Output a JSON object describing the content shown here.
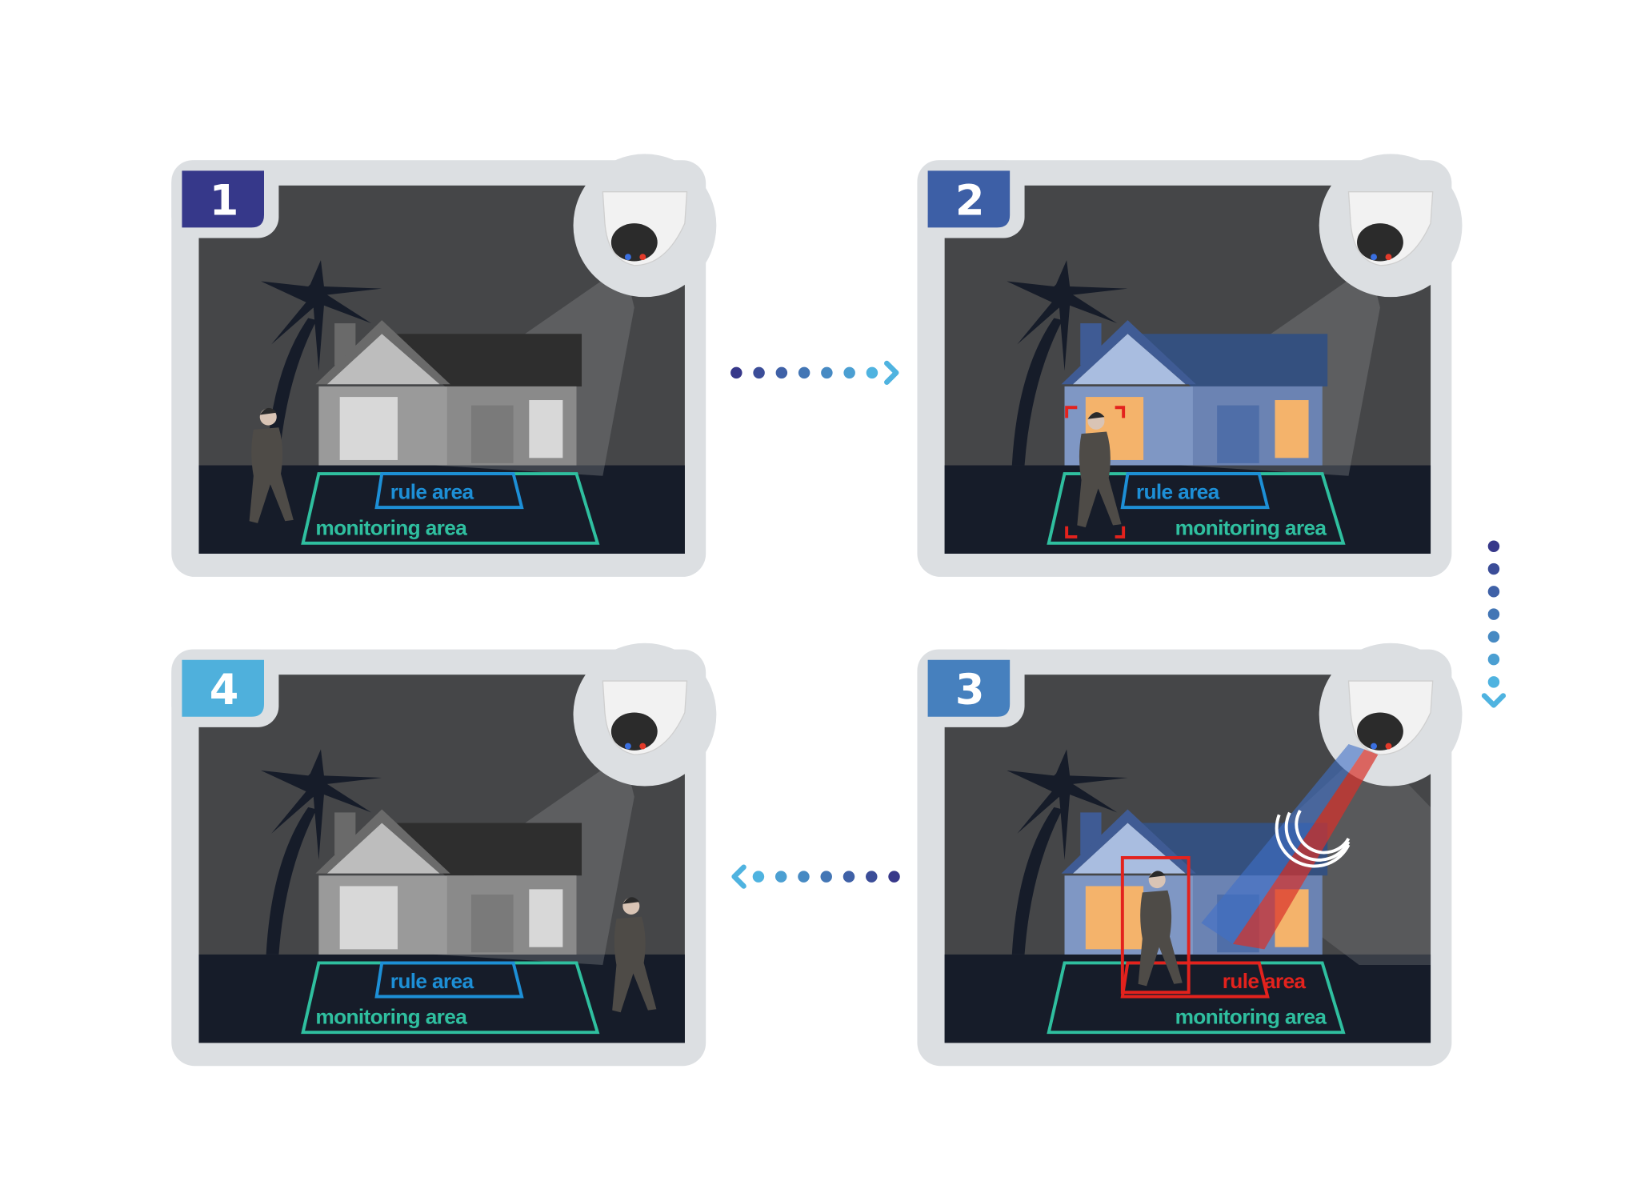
{
  "title": "Perimeter protection rule area detection steps",
  "labels": {
    "rule_area": "rule area",
    "monitoring_area": "monitoring area"
  },
  "colors": {
    "panel_bg": "#dcdfe2",
    "sky": "#454648",
    "ground": "#161c29",
    "rule": "#1d8fd6",
    "monitoring": "#2fbf9f",
    "alert": "#e3221d",
    "dot_dark": "#37388a",
    "dot_light": "#4fb3e0"
  },
  "panels": [
    {
      "number": "1",
      "badge_color": "#36388a",
      "state": "idle",
      "person": "left-outside"
    },
    {
      "number": "2",
      "badge_color": "#3d5fa6",
      "state": "detected",
      "person": "inside-monitoring"
    },
    {
      "number": "3",
      "badge_color": "#4680be",
      "state": "alarm",
      "person": "inside-rule"
    },
    {
      "number": "4",
      "badge_color": "#4fb0dc",
      "state": "idle",
      "person": "right-outside"
    }
  ],
  "arrows": [
    {
      "from": "1",
      "to": "2",
      "direction": "right"
    },
    {
      "from": "2",
      "to": "3",
      "direction": "down"
    },
    {
      "from": "3",
      "to": "4",
      "direction": "left"
    }
  ]
}
